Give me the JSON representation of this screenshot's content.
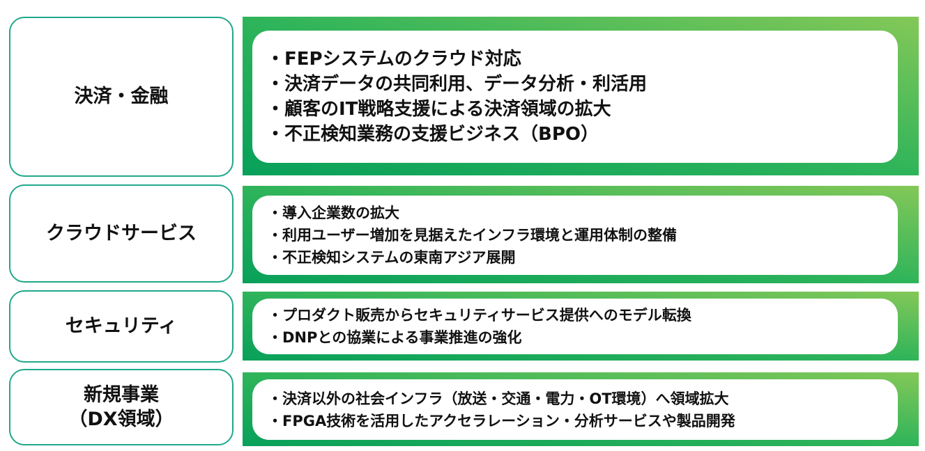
{
  "rows": [
    {
      "label_lines": [
        "決済・金融"
      ],
      "bullets": [
        "・FEPシステムのクラウド対応",
        "・決済データの共同利用、データ分析・利活用",
        "・顧客のIT戦略支援による決済領域の拡大",
        "・不正検知業務の支援ビジネス（BPO）"
      ]
    },
    {
      "label_lines": [
        "クラウドサービス"
      ],
      "bullets": [
        "・導入企業数の拡大",
        "・利用ユーザー増加を見据えたインフラ環境と運用体制の整備",
        "・不正検知システムの東南アジア展開"
      ]
    },
    {
      "label_lines": [
        "セキュリティ"
      ],
      "bullets": [
        "・プロダクト販売からセキュリティサービス提供へのモデル転換",
        "・DNPとの協業による事業推進の強化"
      ]
    },
    {
      "label_lines": [
        "新規事業",
        "（DX領域）"
      ],
      "bullets": [
        "・決済以外の社会インフラ（放送・交通・電力・OT環境）へ領域拡大",
        "・FPGA技術を活用したアクセラレーション・分析サービスや製品開発"
      ]
    }
  ],
  "colors": {
    "label_border": "#1fa88a",
    "band_gradient_start": "#08a05a",
    "band_gradient_end": "#84c858",
    "card_background": "#ffffff"
  }
}
